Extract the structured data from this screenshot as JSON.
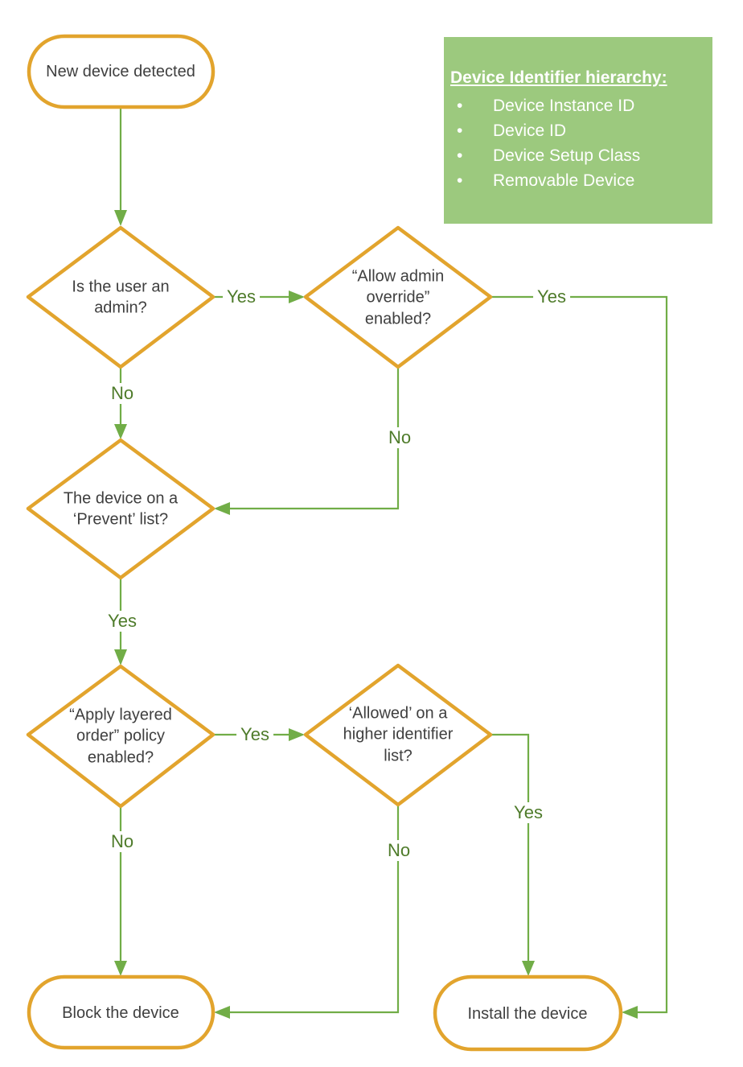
{
  "flowchart": {
    "nodes": {
      "start": "New device detected",
      "admin_check": "Is the user an\nadmin?",
      "override_check": "“Allow admin\noverride”\nenabled?",
      "prevent_check": "The device on a\n‘Prevent’ list?",
      "layered_check": "“Apply layered\norder” policy\nenabled?",
      "allowed_check": "‘Allowed’ on a\nhigher identifier\nlist?",
      "block": "Block the device",
      "install": "Install the device"
    },
    "edge_labels": {
      "admin_yes": "Yes",
      "admin_no": "No",
      "override_yes": "Yes",
      "override_no": "No",
      "prevent_yes": "Yes",
      "layered_yes": "Yes",
      "layered_no": "No",
      "allowed_yes": "Yes",
      "allowed_no": "No"
    },
    "legend": {
      "title": "Device Identifier hierarchy:",
      "items": [
        "Device Instance ID",
        "Device ID",
        "Device Setup Class",
        "Removable Device"
      ],
      "bullet": "•"
    },
    "colors": {
      "shape_border": "#E2A42D",
      "shape_fill": "#FFFFFF",
      "connector": "#71AD47",
      "edge_label_text": "#4E7B2A",
      "node_text": "#3F3F3F",
      "legend_bg": "#9CC97E",
      "legend_text": "#FFFFFF"
    }
  }
}
